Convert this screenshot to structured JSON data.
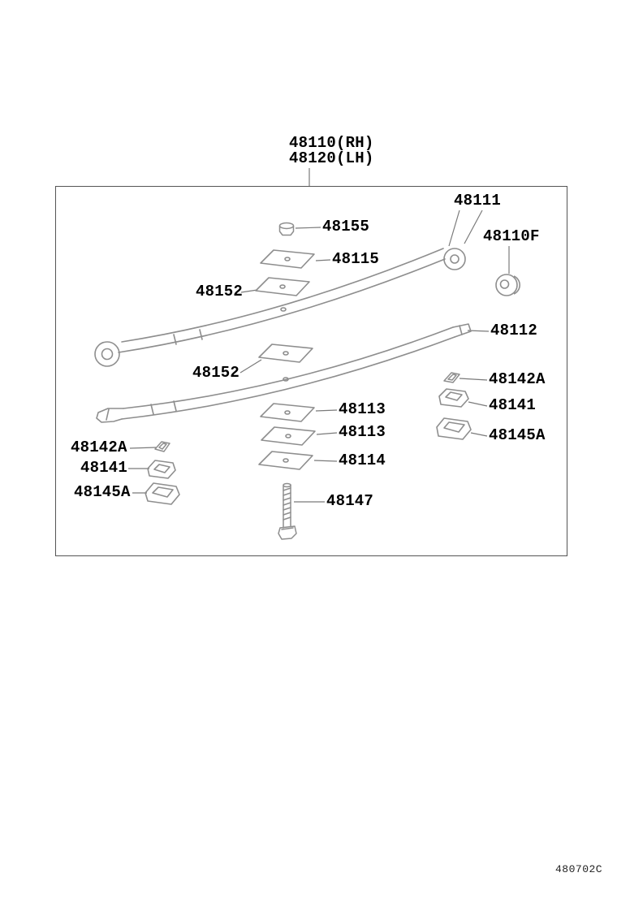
{
  "assembly": {
    "line1": "48110(RH)",
    "line2": "48120(LH)"
  },
  "parts": {
    "p48111": "48111",
    "p48110f": "48110F",
    "p48155": "48155",
    "p48115": "48115",
    "p48152_upper": "48152",
    "p48112": "48112",
    "p48152_lower": "48152",
    "p48142a_right": "48142A",
    "p48141_right": "48141",
    "p48145a_right": "48145A",
    "p48113_first": "48113",
    "p48113_second": "48113",
    "p48114": "48114",
    "p48142a_left": "48142A",
    "p48141_left": "48141",
    "p48145a_left": "48145A",
    "p48147": "48147"
  },
  "footer_code": "480702C",
  "colors": {
    "drawing_line": "#8e8e8e",
    "leader_line": "#7a7a7a",
    "label_text": "#000000",
    "frame_border": "#555555",
    "background": "#ffffff"
  }
}
